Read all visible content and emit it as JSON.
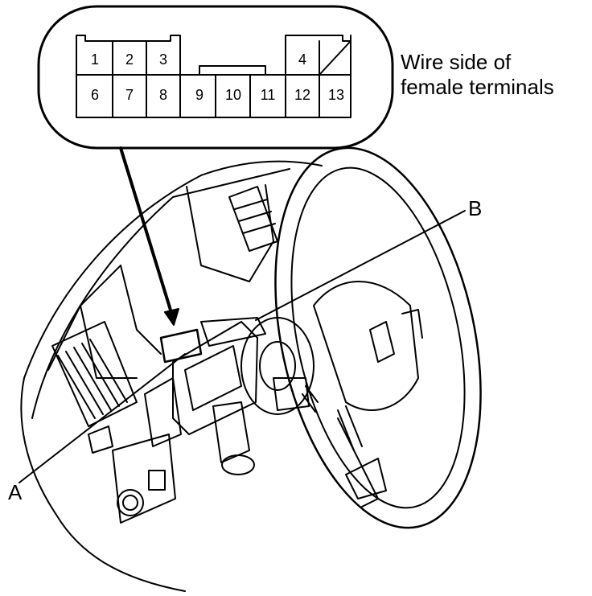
{
  "connector": {
    "top_row": [
      "1",
      "2",
      "3",
      "4"
    ],
    "bottom_row": [
      "6",
      "7",
      "8",
      "9",
      "10",
      "11",
      "12",
      "13"
    ]
  },
  "caption": {
    "line1": "Wire side of",
    "line2": "female terminals"
  },
  "callouts": {
    "a": "A",
    "b": "B"
  }
}
